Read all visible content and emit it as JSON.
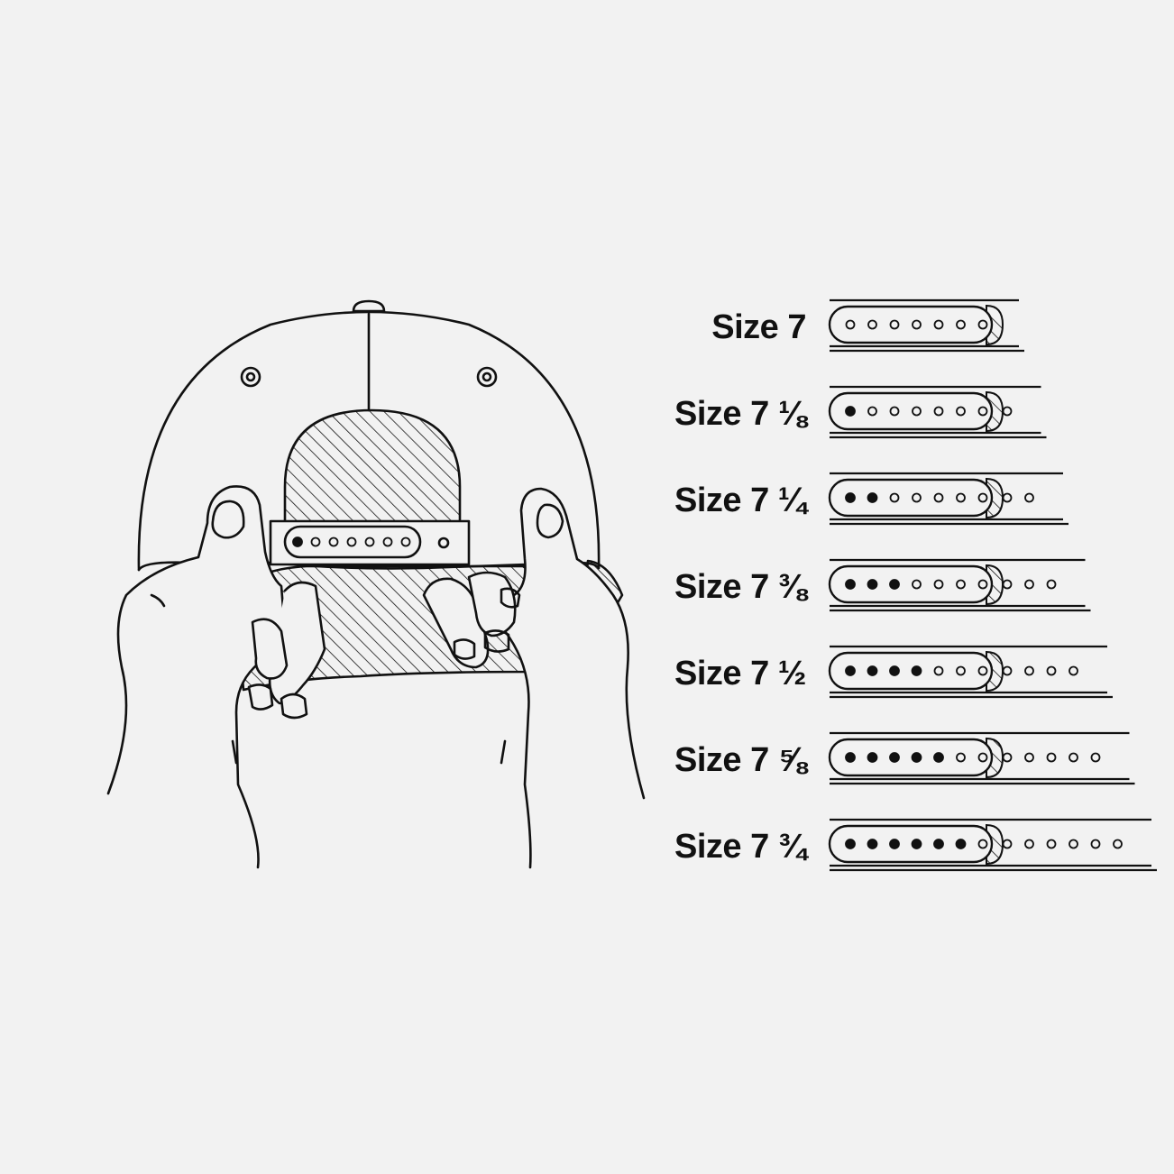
{
  "illustration": {
    "line_color": "#111111",
    "background": "#f2f2f2",
    "strap_holes_total": 7,
    "strap_holes_filled": 1
  },
  "sizes": [
    {
      "label": "Size 7",
      "filled": 0,
      "hidden_open": 7,
      "extra": 0
    },
    {
      "label": "Size 7 ⅛",
      "filled": 1,
      "hidden_open": 6,
      "extra": 1
    },
    {
      "label": "Size 7 ¼",
      "filled": 2,
      "hidden_open": 5,
      "extra": 2
    },
    {
      "label": "Size 7 ⅜",
      "filled": 3,
      "hidden_open": 4,
      "extra": 3
    },
    {
      "label": "Size 7 ½",
      "filled": 4,
      "hidden_open": 3,
      "extra": 4
    },
    {
      "label": "Size 7 ⅝",
      "filled": 5,
      "hidden_open": 2,
      "extra": 5
    },
    {
      "label": "Size 7 ¾",
      "filled": 6,
      "hidden_open": 1,
      "extra": 6
    }
  ]
}
